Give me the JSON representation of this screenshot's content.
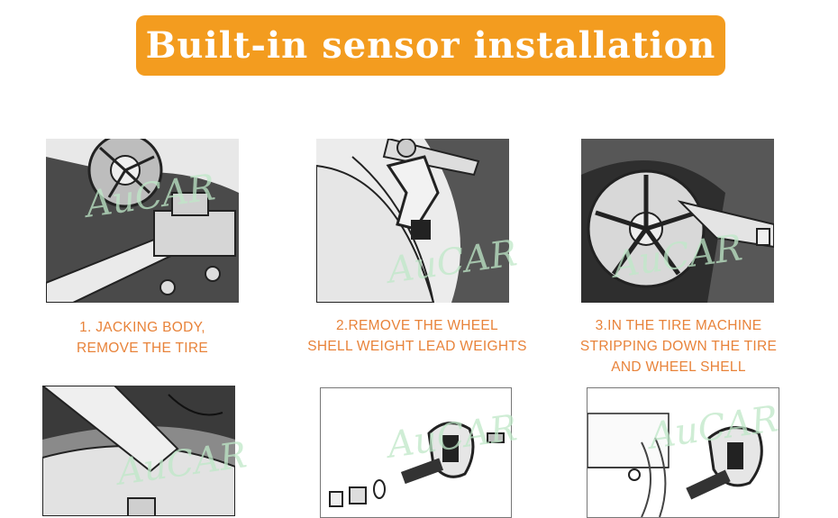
{
  "banner": {
    "title": "Built-in sensor installation"
  },
  "watermark": {
    "text": "AuCAR"
  },
  "steps": [
    {
      "line1": "1. JACKING BODY,",
      "line2": "REMOVE THE TIRE",
      "line3": ""
    },
    {
      "line1": "2.REMOVE THE WHEEL",
      "line2": "SHELL WEIGHT LEAD WEIGHTS",
      "line3": ""
    },
    {
      "line1": "3.IN THE TIRE MACHINE",
      "line2": "STRIPPING DOWN THE TIRE",
      "line3": "AND WHEEL SHELL"
    }
  ],
  "colors": {
    "banner": "#f39c1f",
    "caption": "#e8833a",
    "watermark": "#bfe8c8"
  }
}
